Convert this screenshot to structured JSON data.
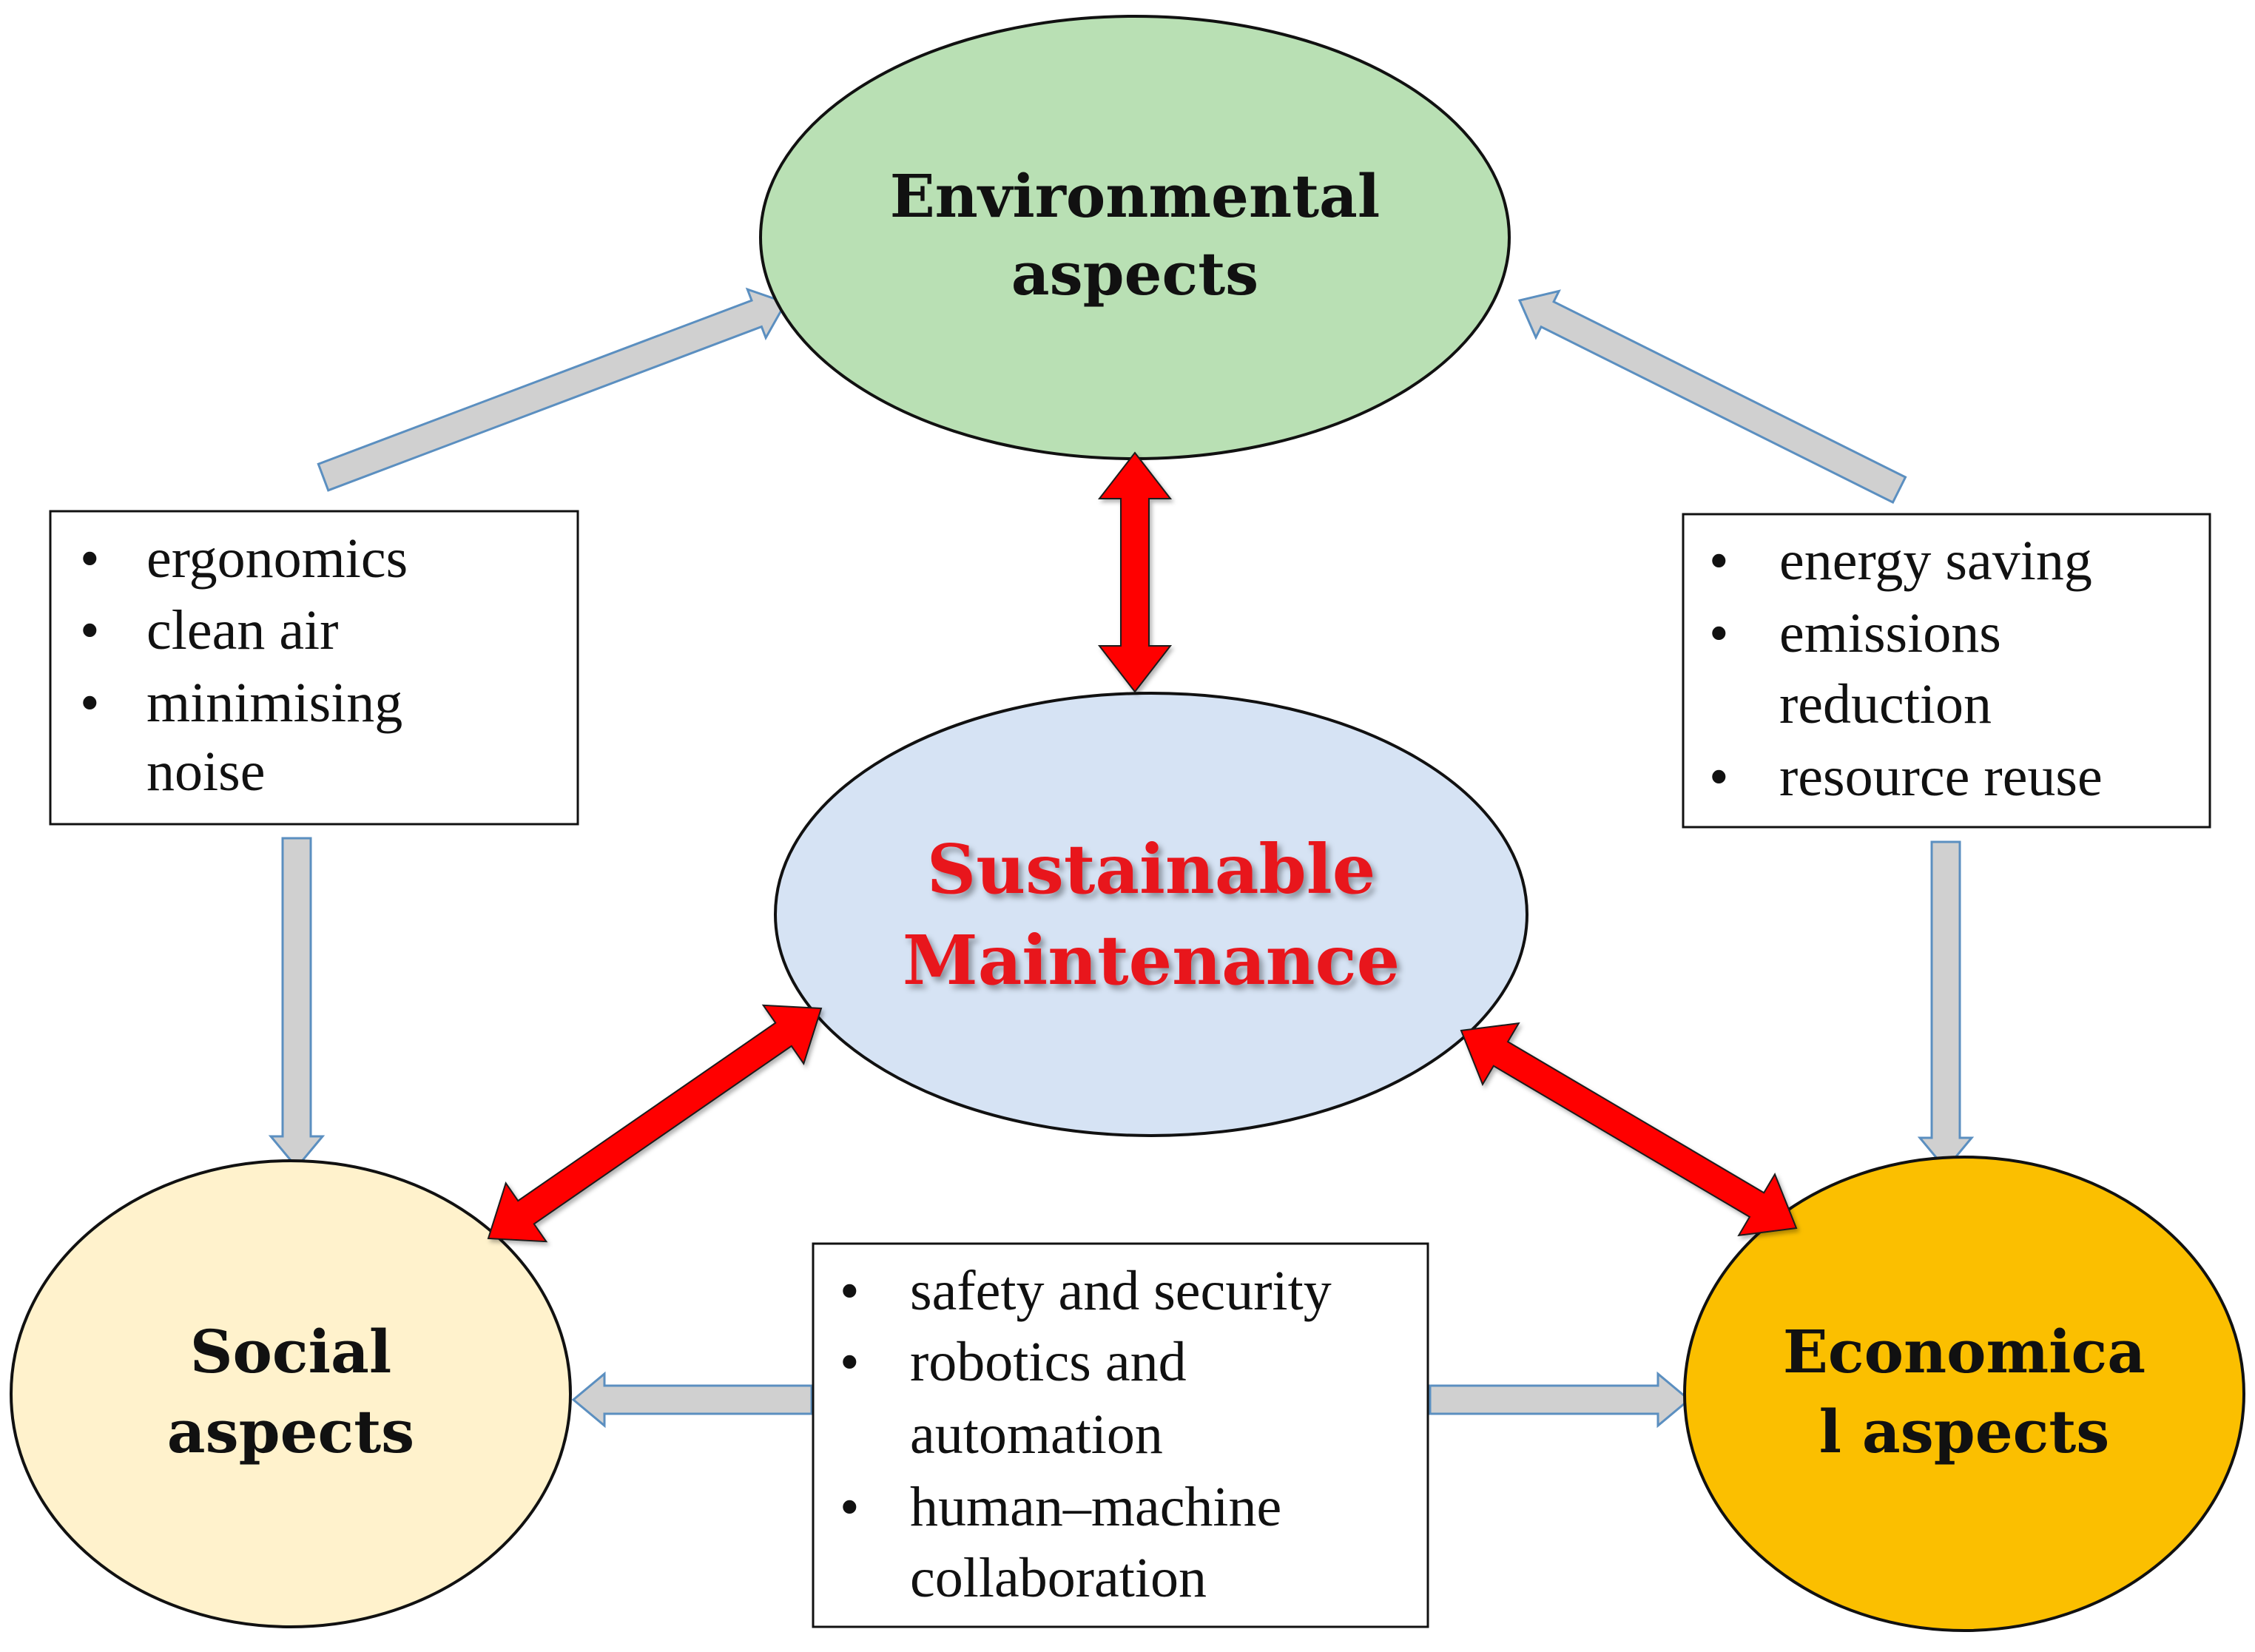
{
  "colors": {
    "environmental_fill": "#b9e0b4",
    "center_fill": "#d6e3f4",
    "social_fill": "#fff2cc",
    "economical_fill": "#fbbf00",
    "double_arrow": "#ff0000",
    "gray_arrow_fill": "#d0d0d0",
    "gray_arrow_stroke": "#5b8fc0",
    "center_text": "#e8141a",
    "outline": "#111111"
  },
  "nodes": {
    "environmental": {
      "line1": "Environmental",
      "line2": "aspects"
    },
    "center": {
      "line1": "Sustainable",
      "line2": "Maintenance"
    },
    "social": {
      "line1": "Social",
      "line2": "aspects"
    },
    "economical": {
      "line1": "Economica",
      "line2": "l aspects"
    }
  },
  "boxes": {
    "left": {
      "bullet": "•",
      "items": [
        "ergonomics",
        "clean air",
        "minimising",
        "noise"
      ]
    },
    "right": {
      "bullet": "•",
      "items": [
        "energy saving",
        "emissions",
        "reduction",
        "resource reuse"
      ]
    },
    "bottom": {
      "bullet": "•",
      "items": [
        "safety and security",
        "robotics and",
        "automation",
        "human–machine",
        "collaboration"
      ]
    }
  }
}
